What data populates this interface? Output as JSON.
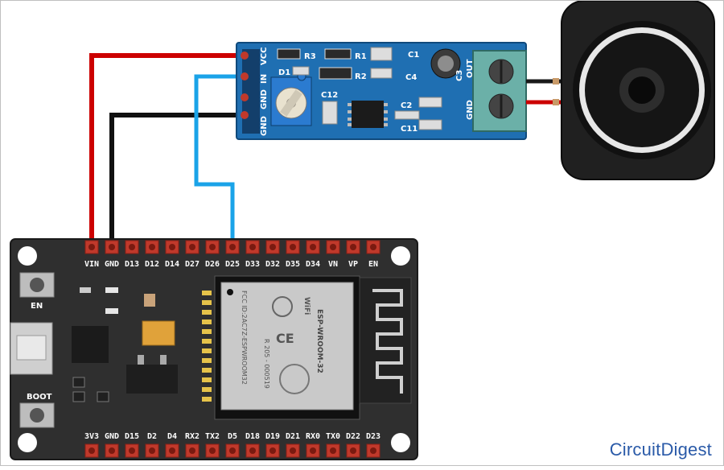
{
  "colors": {
    "wire_vin": "#cc0000",
    "wire_gnd": "#111111",
    "wire_signal": "#1aa3e8",
    "esp_board": "#2f2f2f",
    "amp_board": "#1f6fb2",
    "pin_red": "#c0392b",
    "brand": "#2a5aa8"
  },
  "esp32": {
    "top_pins": [
      "VIN",
      "GND",
      "D13",
      "D12",
      "D14",
      "D27",
      "D26",
      "D25",
      "D33",
      "D32",
      "D35",
      "D34",
      "VN",
      "VP",
      "EN"
    ],
    "bottom_pins": [
      "3V3",
      "GND",
      "D15",
      "D2",
      "D4",
      "RX2",
      "TX2",
      "D5",
      "D18",
      "D19",
      "D21",
      "RX0",
      "TX0",
      "D22",
      "D23"
    ],
    "button_en": "EN",
    "button_boot": "BOOT",
    "module_line1": "ESP-WROOM-32",
    "module_line2": "R 205 - 000519",
    "module_fcc": "FCC ID:2AC7Z-ESPWROOM32",
    "module_wifi": "WiFi"
  },
  "amplifier": {
    "input_labels": [
      "VCC",
      "IN",
      "GND",
      "GND"
    ],
    "components": [
      "R3",
      "R1",
      "C1",
      "C3",
      "D1",
      "R2",
      "C4",
      "C12",
      "C2",
      "C11"
    ],
    "output_labels": [
      "OUT",
      "GND"
    ]
  },
  "brand": {
    "part1": "Circuit",
    "part2": "Digest"
  }
}
